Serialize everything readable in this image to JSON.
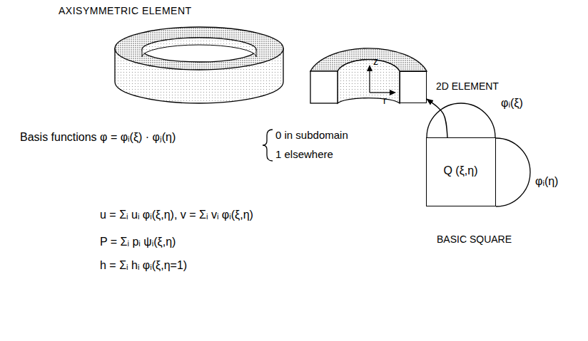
{
  "diagram": {
    "title": "AXISYMMETRIC ELEMENT",
    "nodes": [
      {
        "text": [
          "2D ELEMENT"
        ]
      },
      {
        "text": [
          "Q (ξ,η)"
        ]
      }
    ],
    "edges": [
      {
        "from": 1,
        "to": 0,
        "arrow": "to"
      }
    ],
    "labels": [
      "z",
      "r",
      "Basis functions φ = φᵢ(ξ) · φⱼ(η)",
      "0  in subdomain",
      "1  elsewhere",
      "φᵢ(ξ)",
      "φᵢ(η)",
      "BASIC SQUARE",
      "u = Σᵢ uᵢ φᵢ(ξ,η), v = Σᵢ vᵢ φᵢ(ξ,η)",
      "P = Σᵢ pᵢ ψᵢ(ξ,η)",
      "h = Σᵢ hᵢ φᵢ(ξ,η=1)"
    ]
  }
}
